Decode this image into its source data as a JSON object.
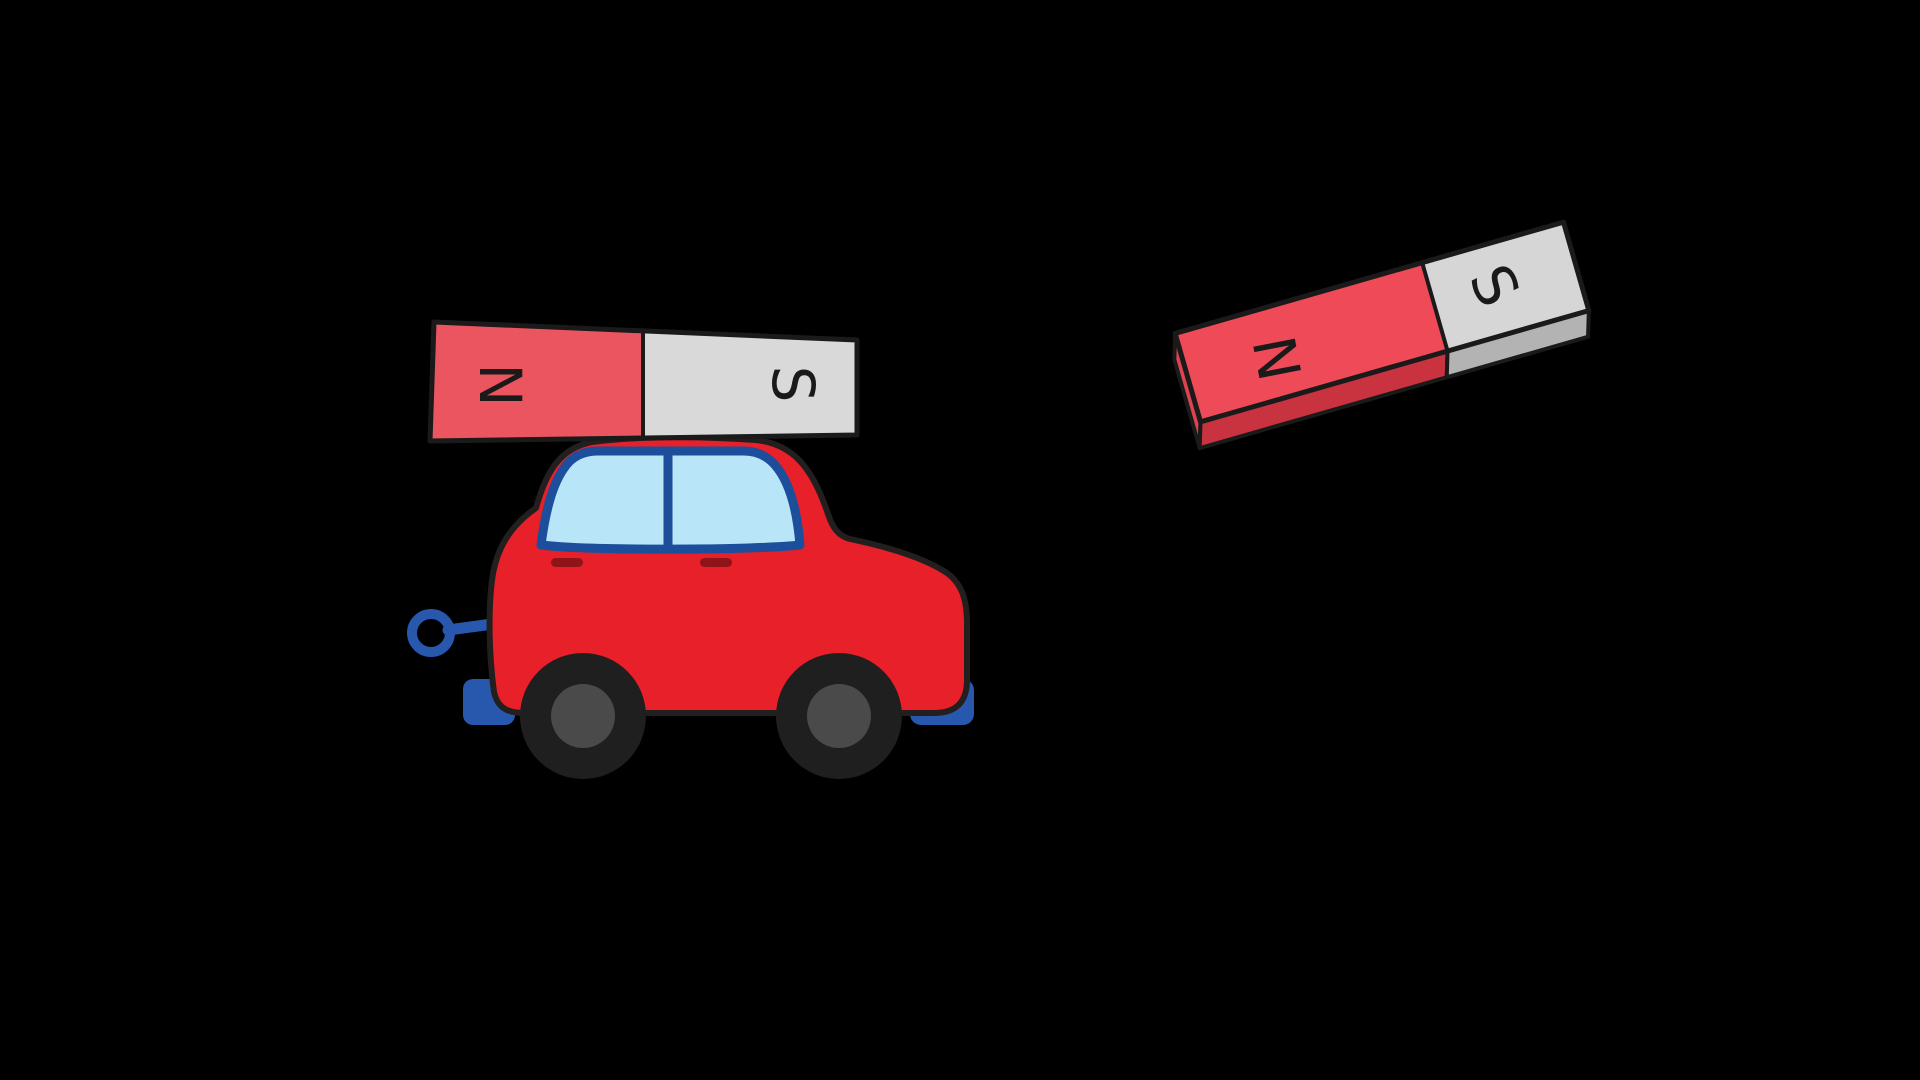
{
  "scene": {
    "background_color": "#000000"
  },
  "car": {
    "body_color": "#e8202a",
    "outline_color": "#241f1f",
    "window_fill": "#b9e5f8",
    "window_frame_color": "#1c4e9b",
    "door_handle_color": "#8e1418",
    "bumper_color": "#2857ae",
    "tow_ring_color": "#2857ae",
    "tire_color": "#1f1f1f",
    "hub_color": "#4a4a4a"
  },
  "roof_magnet": {
    "north_label": "N",
    "south_label": "S",
    "north_fill": "#ea5560",
    "south_fill": "#d9d9d9",
    "outline_color": "#1a1a1a",
    "label_color": "#1a1a1a"
  },
  "floating_magnet": {
    "north_label": "N",
    "south_label": "S",
    "north_fill": "#ef4a57",
    "north_side_fill": "#c9323f",
    "north_end_fill": "#e04350",
    "south_fill": "#d6d6d6",
    "south_side_fill": "#b3b3b3",
    "outline_color": "#1a1a1a",
    "label_color": "#1a1a1a"
  }
}
